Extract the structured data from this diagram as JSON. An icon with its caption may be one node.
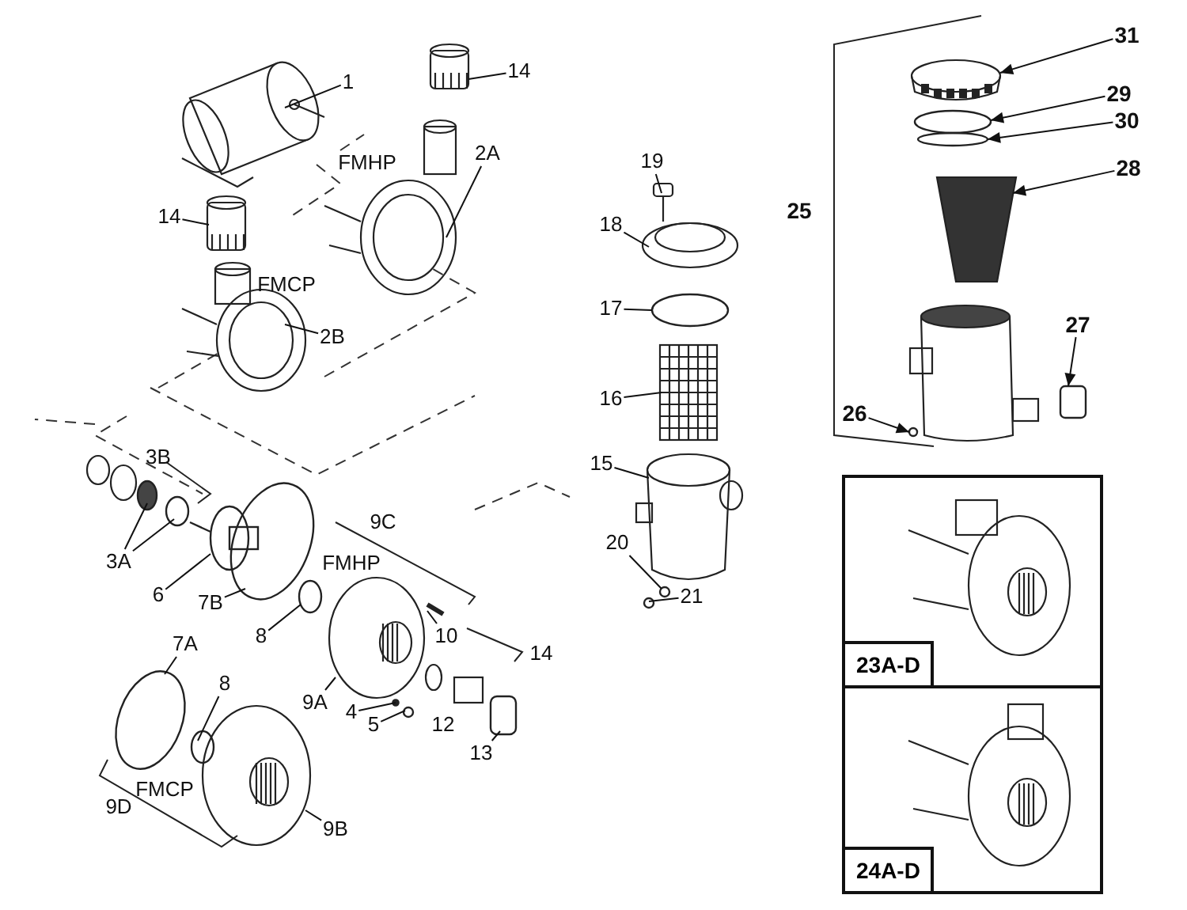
{
  "diagram": {
    "nodes": [
      {
        "text": [
          "1"
        ]
      },
      {
        "text": [
          "14"
        ]
      },
      {
        "text": [
          "2A"
        ]
      },
      {
        "text": [
          "14"
        ]
      },
      {
        "text": [
          "2B"
        ]
      },
      {
        "text": [
          "3A"
        ]
      },
      {
        "text": [
          "6"
        ]
      },
      {
        "text": [
          "7B"
        ]
      },
      {
        "text": [
          "8"
        ]
      },
      {
        "text": [
          "10"
        ]
      },
      {
        "text": [
          "9A"
        ]
      },
      {
        "text": [
          "4"
        ]
      },
      {
        "text": [
          "5"
        ]
      },
      {
        "text": [
          "13"
        ]
      },
      {
        "text": [
          "7A"
        ]
      },
      {
        "text": [
          "8"
        ]
      },
      {
        "text": [
          "9B"
        ]
      },
      {
        "text": [
          "19"
        ]
      },
      {
        "text": [
          "18"
        ]
      },
      {
        "text": [
          "17"
        ]
      },
      {
        "text": [
          "16"
        ]
      },
      {
        "text": [
          "15"
        ]
      },
      {
        "text": [
          "20"
        ]
      },
      {
        "text": [
          "21"
        ]
      },
      {
        "text": [
          "31"
        ]
      },
      {
        "text": [
          "29"
        ]
      },
      {
        "text": [
          "30"
        ]
      },
      {
        "text": [
          "28"
        ]
      },
      {
        "text": [
          "27"
        ]
      },
      {
        "text": [
          "26"
        ]
      },
      {
        "text": [],
        "shape": "box"
      },
      {
        "text": [
          "23A-D"
        ],
        "in": 30
      },
      {
        "text": [],
        "shape": "box"
      },
      {
        "text": [
          "24A-D"
        ],
        "in": 32
      },
      {
        "text": [],
        "shape": "picture"
      },
      {
        "text": [],
        "shape": "picture"
      },
      {
        "text": [],
        "shape": "picture"
      },
      {
        "text": [],
        "shape": "picture"
      },
      {
        "text": [],
        "shape": "picture"
      },
      {
        "text": [],
        "shape": "circle"
      },
      {
        "text": [],
        "shape": "circle"
      },
      {
        "text": [],
        "shape": "circle"
      },
      {
        "text": [],
        "shape": "circle"
      },
      {
        "text": [],
        "shape": "circle"
      },
      {
        "text": [],
        "shape": "picture"
      },
      {
        "text": [],
        "shape": "picture"
      },
      {
        "text": [],
        "shape": "circle"
      },
      {
        "text": [],
        "shape": "circle"
      },
      {
        "text": [],
        "shape": "box"
      },
      {
        "text": [],
        "shape": "circle"
      },
      {
        "text": [],
        "shape": "circle"
      },
      {
        "text": [],
        "shape": "picture"
      },
      {
        "text": [],
        "shape": "picture"
      },
      {
        "text": [],
        "shape": "picture"
      },
      {
        "text": [],
        "shape": "circle"
      },
      {
        "text": [],
        "shape": "picture"
      },
      {
        "text": [],
        "shape": "picture"
      },
      {
        "text": [],
        "shape": "circle"
      },
      {
        "text": [],
        "shape": "circle"
      },
      {
        "text": [],
        "shape": "picture"
      },
      {
        "text": [],
        "shape": "circle"
      },
      {
        "text": [],
        "shape": "circle"
      },
      {
        "text": [],
        "shape": "picture"
      },
      {
        "text": [],
        "shape": "box"
      },
      {
        "text": [],
        "shape": "circle"
      }
    ],
    "edges": [
      {
        "from": 0,
        "to": 34,
        "arrow": "none"
      },
      {
        "from": 1,
        "to": 35,
        "arrow": "none"
      },
      {
        "from": 2,
        "to": 36,
        "arrow": "none"
      },
      {
        "from": 3,
        "to": 37,
        "arrow": "none"
      },
      {
        "from": 4,
        "to": 38,
        "arrow": "none"
      },
      {
        "from": 5,
        "to": 39,
        "arrow": "none"
      },
      {
        "from": 5,
        "to": 40,
        "arrow": "none"
      },
      {
        "from": 6,
        "to": 41,
        "arrow": "none"
      },
      {
        "from": 7,
        "to": 42,
        "arrow": "none"
      },
      {
        "from": 8,
        "to": 43,
        "arrow": "none"
      },
      {
        "from": 9,
        "to": 44,
        "arrow": "none"
      },
      {
        "from": 10,
        "to": 45,
        "arrow": "none"
      },
      {
        "from": 11,
        "to": 46,
        "arrow": "none"
      },
      {
        "from": 12,
        "to": 47,
        "arrow": "none"
      },
      {
        "from": 13,
        "to": 48,
        "arrow": "none"
      },
      {
        "from": 14,
        "to": 49,
        "arrow": "none"
      },
      {
        "from": 15,
        "to": 50,
        "arrow": "none"
      },
      {
        "from": 16,
        "to": 51,
        "arrow": "none"
      },
      {
        "from": 17,
        "to": 52,
        "arrow": "none"
      },
      {
        "from": 18,
        "to": 53,
        "arrow": "none"
      },
      {
        "from": 19,
        "to": 54,
        "arrow": "none"
      },
      {
        "from": 20,
        "to": 55,
        "arrow": "none"
      },
      {
        "from": 21,
        "to": 56,
        "arrow": "none"
      },
      {
        "from": 22,
        "to": 57,
        "arrow": "none"
      },
      {
        "from": 23,
        "to": 58,
        "arrow": "none"
      },
      {
        "from": 24,
        "to": 59,
        "arrow": "to"
      },
      {
        "from": 25,
        "to": 60,
        "arrow": "to"
      },
      {
        "from": 26,
        "to": 61,
        "arrow": "to"
      },
      {
        "from": 27,
        "to": 62,
        "arrow": "to"
      },
      {
        "from": 28,
        "to": 63,
        "arrow": "to"
      },
      {
        "from": 29,
        "to": 64,
        "arrow": "to"
      }
    ],
    "labels": [
      "FMHP",
      "FMCP",
      "3B",
      "9C",
      "FMHP",
      "14",
      "12",
      "FMCP",
      "9D",
      "25"
    ]
  }
}
